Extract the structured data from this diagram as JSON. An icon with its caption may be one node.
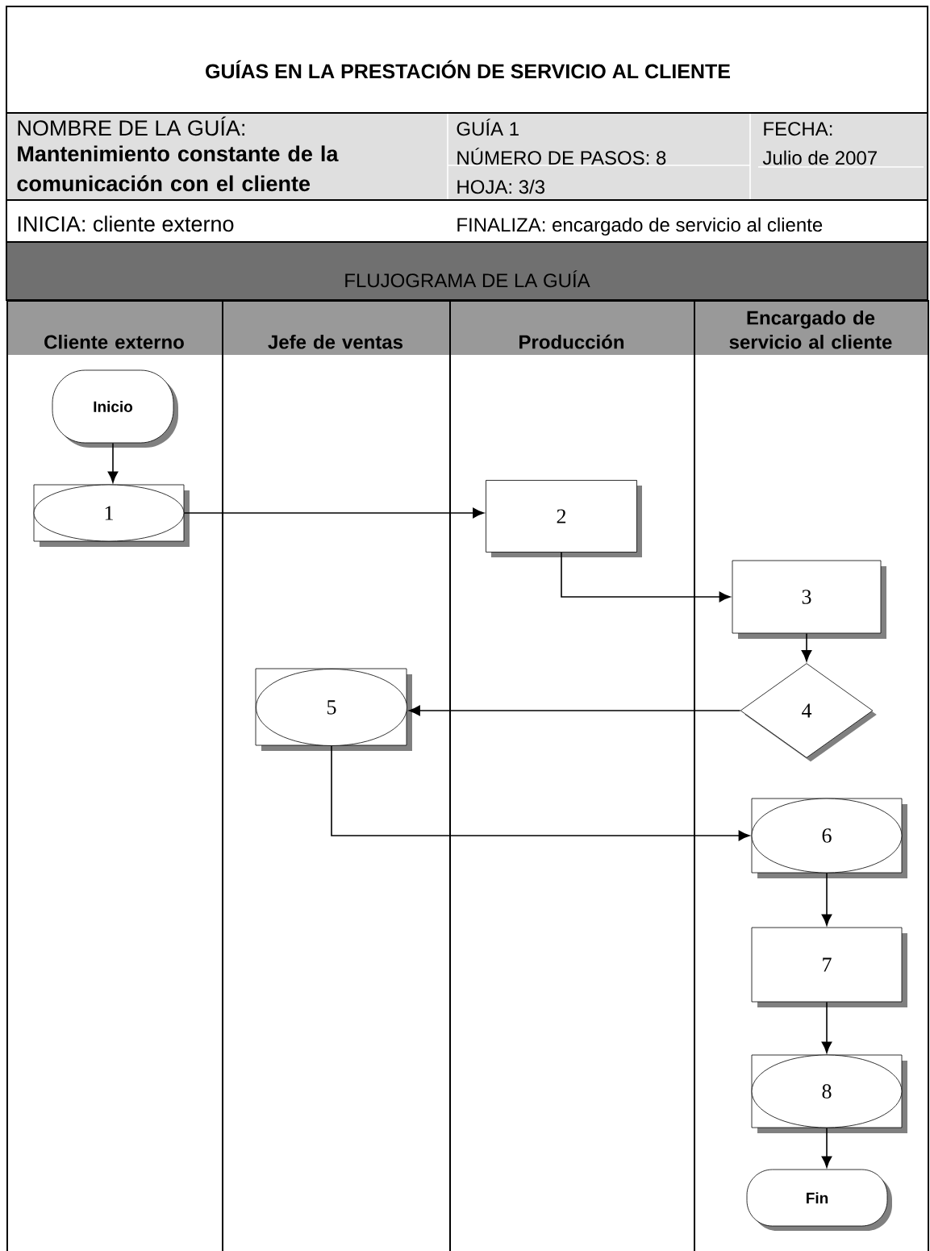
{
  "diagram": {
    "title": "GUÍAS EN LA PRESTACIÓN DE SERVICIO AL CLIENTE",
    "nodes": [
      {
        "text": [
          "Cliente externo"
        ]
      },
      {
        "text": [
          "Jefe de ventas"
        ]
      },
      {
        "text": [
          "Producción"
        ]
      },
      {
        "text": [
          "Encargado de servicio al cliente"
        ]
      },
      {
        "text": [
          "Inicio"
        ],
        "in": 0
      },
      {
        "text": [
          "1"
        ],
        "in": 0
      },
      {
        "text": [
          "2"
        ],
        "in": 2
      },
      {
        "text": [
          "3"
        ],
        "in": 3
      },
      {
        "text": [
          "4"
        ],
        "in": 3
      },
      {
        "text": [
          "5"
        ],
        "in": 1
      },
      {
        "text": [
          "6"
        ],
        "in": 3
      },
      {
        "text": [
          "7"
        ],
        "in": 3
      },
      {
        "text": [
          "8"
        ],
        "in": 3
      },
      {
        "text": [
          "Fin"
        ],
        "in": 3
      }
    ],
    "edges": [
      {
        "from": 4,
        "to": 5,
        "arrow": "to"
      },
      {
        "from": 5,
        "to": 6,
        "arrow": "to"
      },
      {
        "from": 6,
        "to": 7,
        "arrow": "to"
      },
      {
        "from": 7,
        "to": 8,
        "arrow": "to"
      },
      {
        "from": 8,
        "to": 9,
        "arrow": "to"
      },
      {
        "from": 9,
        "to": 10,
        "arrow": "to"
      },
      {
        "from": 10,
        "to": 11,
        "arrow": "to"
      },
      {
        "from": 11,
        "to": 12,
        "arrow": "to"
      },
      {
        "from": 12,
        "to": 13,
        "arrow": "to"
      }
    ],
    "labels": [
      "NOMBRE DE LA GUÍA:",
      "Mantenimiento constante de la comunicación con el cliente",
      "GUÍA 1",
      "NÚMERO DE PASOS: 8",
      "HOJA: 3/3",
      "FECHA:",
      "Julio de 2007",
      "INICIA: cliente externo",
      "FINALIZA: encargado de servicio al cliente",
      "FLUJOGRAMA DE LA GUÍA"
    ]
  }
}
